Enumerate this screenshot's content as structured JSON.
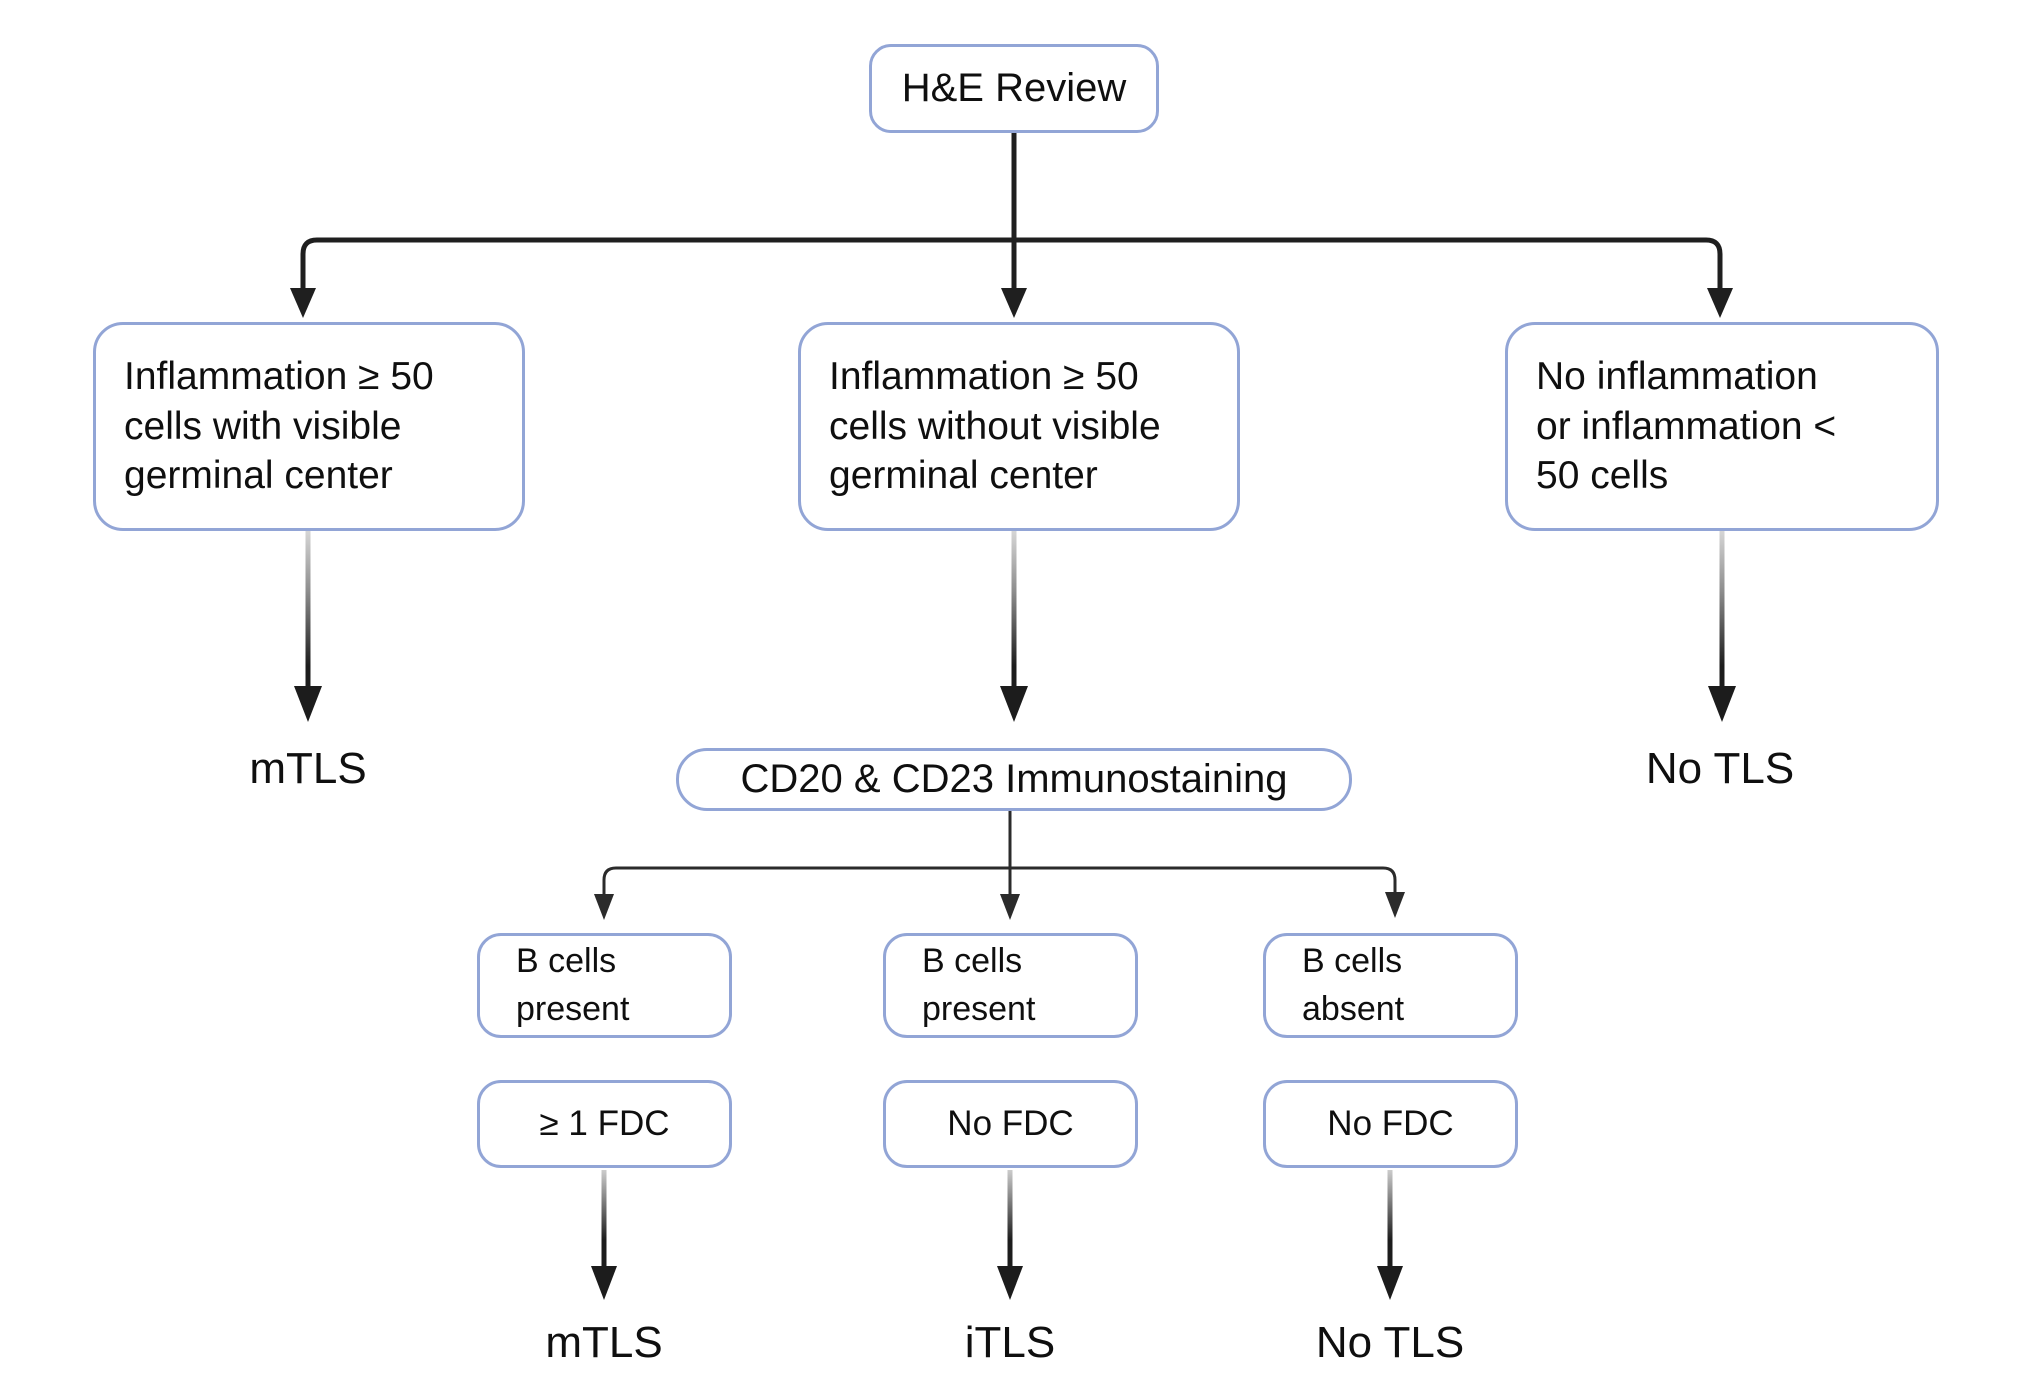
{
  "flowchart": {
    "root": {
      "label": "H&E Review"
    },
    "level1": [
      {
        "label": "Inflammation ≥ 50\ncells with visible\ngerminal center",
        "outcome": "mTLS"
      },
      {
        "label": "Inflammation ≥ 50\ncells without visible\ngerminal center"
      },
      {
        "label": "No inflammation\nor inflammation <\n50 cells",
        "outcome": "No TLS"
      }
    ],
    "immunostain": {
      "label": "CD20 & CD23 Immunostaining"
    },
    "level2": [
      {
        "bcell": "B cells\npresent",
        "fdc": "≥ 1 FDC",
        "outcome": "mTLS"
      },
      {
        "bcell": "B cells\npresent",
        "fdc": "No FDC",
        "outcome": "iTLS"
      },
      {
        "bcell": "B cells\nabsent",
        "fdc": "No FDC",
        "outcome": "No TLS"
      }
    ],
    "colors": {
      "box_border": "#92a5d6",
      "box_fill": "#ffffff",
      "arrow_dark": "#1f1f1f",
      "arrow_thin": "#2b2b2b",
      "text": "#0f0f0f",
      "background": "#ffffff"
    }
  }
}
